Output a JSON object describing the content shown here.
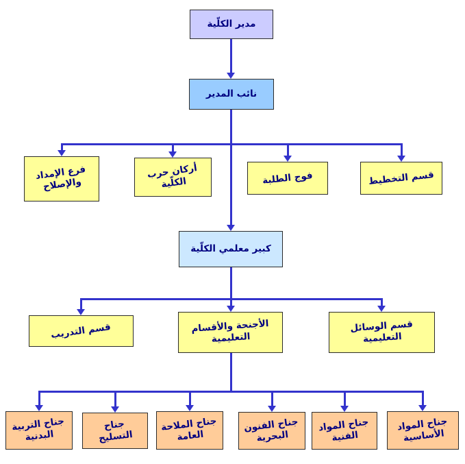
{
  "diagram": {
    "type": "org-chart",
    "direction": "rtl",
    "colors": {
      "connector": "#3333cc",
      "director_bg": "#ccccff",
      "deputy_bg": "#99ccff",
      "chief_instructor_bg": "#cce8ff",
      "department_bg": "#ffff99",
      "wing_bg": "#ffcc99",
      "text": "#000080",
      "background": "#ffffff"
    },
    "nodes": {
      "director": "مدير الكلّية",
      "deputy": "نائب المدير",
      "supply": "فرع الإمداد\nوالإصلاح",
      "staff": "أركان حرب\nالكلّية",
      "students": "فوج الطلبة",
      "planning": "قسم التخطيط",
      "chief": "كبير معلمي الكلّية",
      "training": "قسم التدريب",
      "wings": "الأجنحة والأقسام\nالتعليمية",
      "aids": "قسم الوسائل\nالتعليمية",
      "pe_wing": "جناح التربية\nالبدنية",
      "armament_wing": "جناح\nالتسليح",
      "navigation_wing": "جناح الملاحة\nالعامة",
      "naval_arts_wing": "جناح الفنون\nالبحرية",
      "technical_wing": "جناح المواد\nالفنية",
      "basic_wing": "جناح المواد\nالأساسية"
    },
    "edges": [
      {
        "from": "director",
        "to": "deputy"
      },
      {
        "from": "deputy",
        "to": "supply"
      },
      {
        "from": "deputy",
        "to": "staff"
      },
      {
        "from": "deputy",
        "to": "students"
      },
      {
        "from": "deputy",
        "to": "planning"
      },
      {
        "from": "deputy",
        "to": "chief"
      },
      {
        "from": "chief",
        "to": "training"
      },
      {
        "from": "chief",
        "to": "wings"
      },
      {
        "from": "chief",
        "to": "aids"
      },
      {
        "from": "wings",
        "to": "pe_wing"
      },
      {
        "from": "wings",
        "to": "armament_wing"
      },
      {
        "from": "wings",
        "to": "navigation_wing"
      },
      {
        "from": "wings",
        "to": "naval_arts_wing"
      },
      {
        "from": "wings",
        "to": "technical_wing"
      },
      {
        "from": "wings",
        "to": "basic_wing"
      }
    ]
  }
}
